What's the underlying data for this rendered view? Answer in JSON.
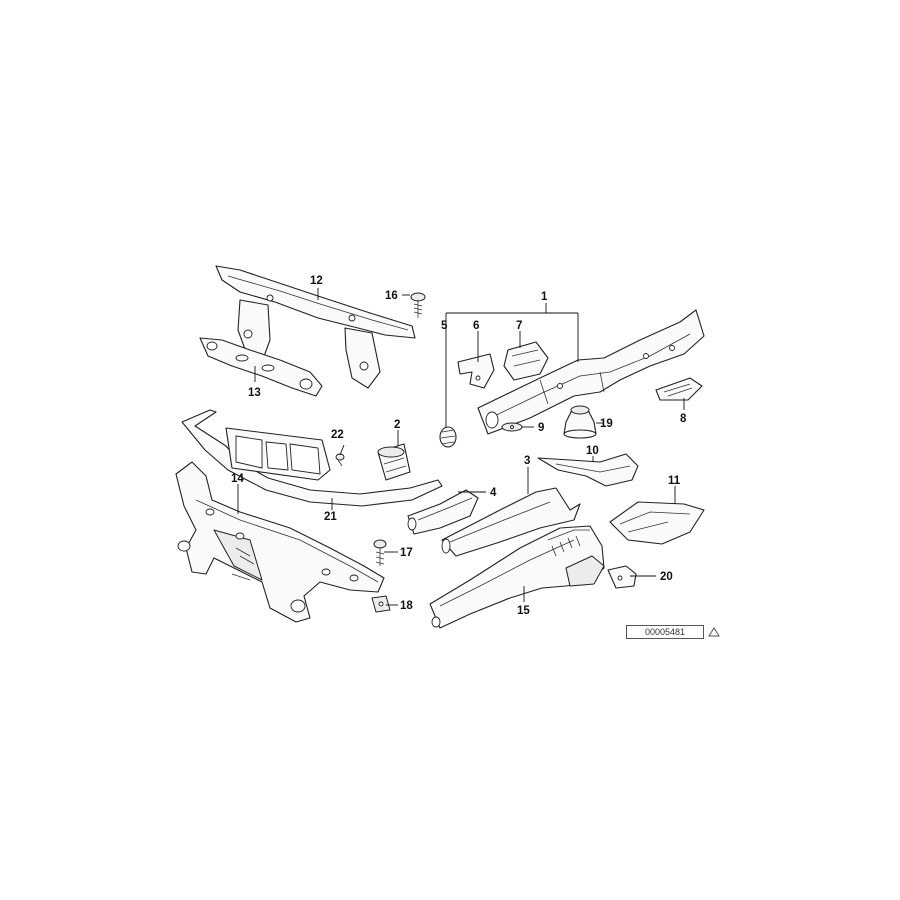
{
  "diagram": {
    "callouts": [
      "1",
      "2",
      "3",
      "4",
      "5",
      "6",
      "7",
      "8",
      "9",
      "10",
      "11",
      "12",
      "13",
      "14",
      "15",
      "16",
      "17",
      "18",
      "19",
      "20",
      "21",
      "22"
    ],
    "reference_code": "00005481",
    "reference_icon": "triangle-icon"
  }
}
